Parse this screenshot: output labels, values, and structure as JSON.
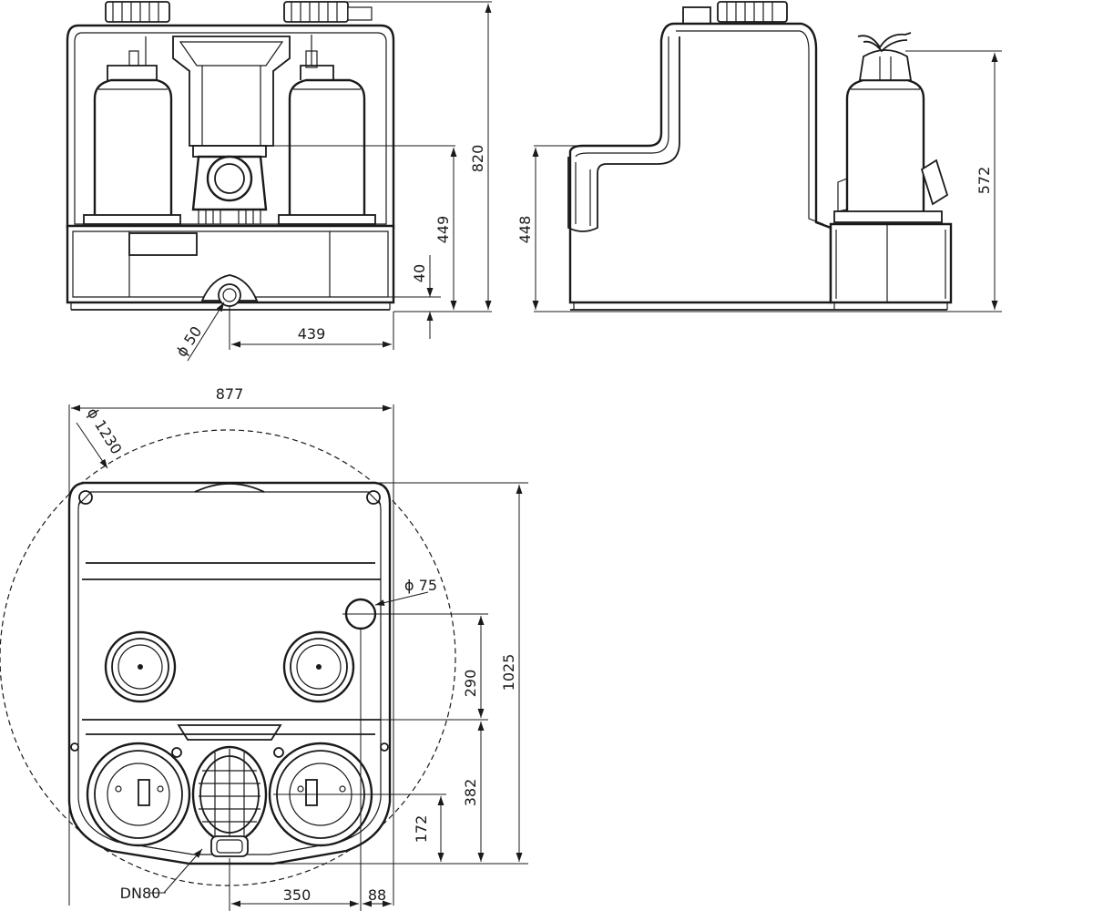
{
  "dimensions": {
    "front_height_total": "820",
    "front_inlet_height": "449",
    "front_bottom_offset": "40",
    "front_outlet_diameter": "ϕ 50",
    "front_outlet_offset": "439",
    "side_inlet_height": "448",
    "side_total_height": "572",
    "plan_width": "877",
    "plan_circle_diameter": "ϕ 1230",
    "plan_depth": "1025",
    "plan_vent_diameter": "ϕ 75",
    "plan_vent_offset": "290",
    "plan_pump_offset": "382",
    "plan_outlet_offset": "172",
    "plan_outlet_dn": "DN80",
    "plan_offset_350": "350",
    "plan_offset_88": "88"
  }
}
